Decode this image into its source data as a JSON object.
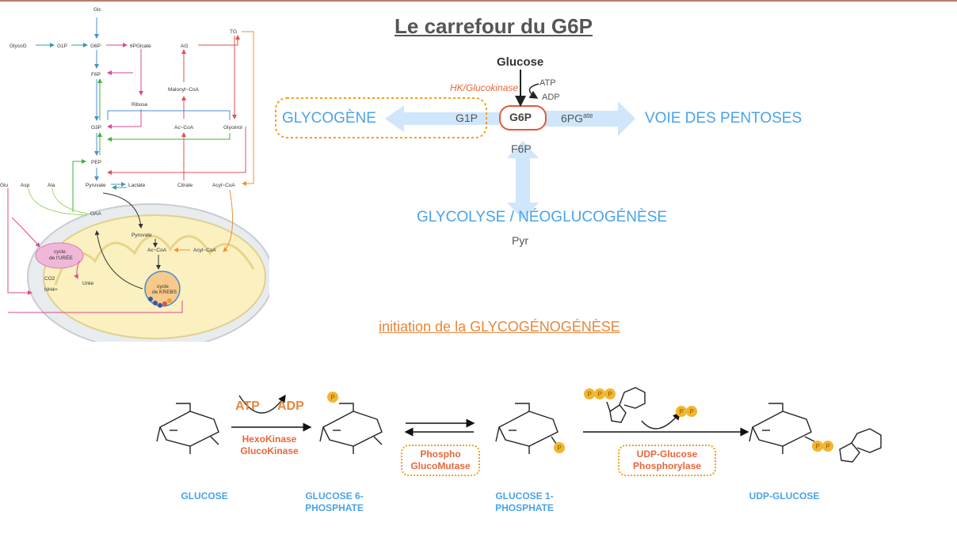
{
  "title": "Le carrefour du G6P",
  "subtitle": "initiation de la GLYCOGÉNOGÉNÈSE",
  "crossroads": {
    "glucose": "Glucose",
    "enzyme": "HK/Glucokinase",
    "atp": "ATP",
    "adp": "ADP",
    "g6p": "G6P",
    "glycogene": "GLYCOGÈNE",
    "g1p": "G1P",
    "pg6_base": "6PG",
    "pg6_sup": "ate",
    "pentoses": "VOIE DES PENTOSES",
    "f6p": "F6P",
    "glycolyse": "GLYCOLYSE / NÉOGLUCOGÉNÈSE",
    "pyr": "Pyr"
  },
  "metabolic_map": {
    "glc": "Glc",
    "glycog": "GlycoG",
    "g1p": "G1P",
    "g6p": "G6P",
    "pg6glc": "6PGlcate",
    "ag": "AG",
    "tg": "TG",
    "f6p": "F6P",
    "malonyl": "Malonyl~CoA",
    "ribose": "Ribose",
    "g3p": "G3P",
    "acoa": "Ac~CoA",
    "glycerol": "Glycérol",
    "pep": "PEP",
    "glu": "Glu",
    "asp": "Asp",
    "ala": "Ala",
    "pyruvate": "Pyruvate",
    "lactate": "Lactate",
    "citrate": "Citrate",
    "acylcoa": "Acyl~CoA",
    "oaa": "OAA",
    "pyruvate_m": "Pyruvate",
    "acoa_m": "Ac~CoA",
    "acylcoa_m": "Acyl~CoA",
    "cycle_uree_1": "cycle",
    "cycle_uree_2": "de l'URÉE",
    "co2": "CO2",
    "nh4": "NH4+",
    "uree": "Urée",
    "krebs_1": "cycle",
    "krebs_2": "de KREBS"
  },
  "reaction": {
    "glucose": "GLUCOSE",
    "g6p_line1": "GLUCOSE 6-",
    "g6p_line2": "PHOSPHATE",
    "g1p_line1": "GLUCOSE 1-",
    "g1p_line2": "PHOSPHATE",
    "udp": "UDP-GLUCOSE",
    "atp": "ATP",
    "adp": "ADP",
    "hexo": "HexoKinase",
    "gluco": "GlucoKinase",
    "phospho": "Phospho",
    "glucomutase": "GlucoMutase",
    "udpg": "UDP-Glucose",
    "phosphorylase": "Phosphorylase",
    "p": "P"
  },
  "colors": {
    "blue": "#4aa3e8",
    "orange": "#e8863a",
    "red": "#e05a3a",
    "grey": "#666666"
  }
}
